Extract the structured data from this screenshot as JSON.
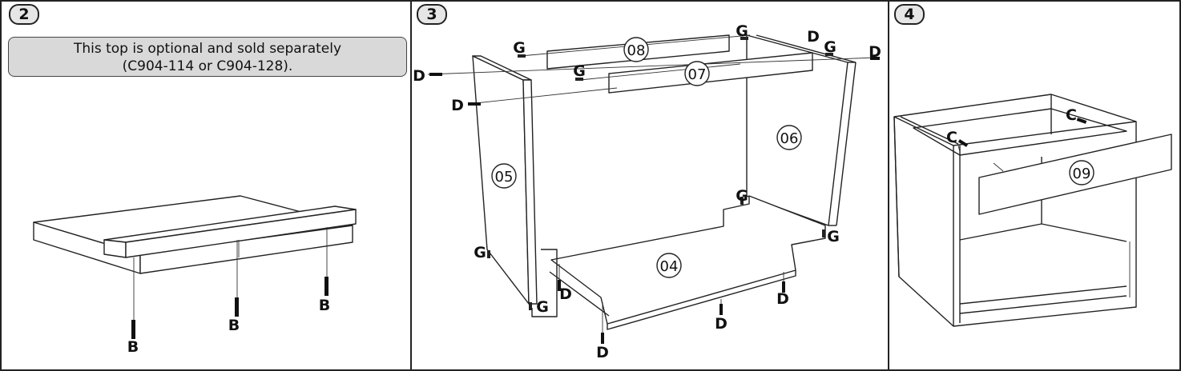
{
  "steps": [
    {
      "number": "2",
      "note_line1": "This top is optional and sold separately",
      "note_line2": "(C904-114 or C904-128).",
      "hardware": [
        "B",
        "B",
        "B"
      ]
    },
    {
      "number": "3",
      "parts": [
        "08",
        "07",
        "05",
        "06",
        "04"
      ],
      "hardware": [
        "G",
        "G",
        "G",
        "G",
        "G",
        "G",
        "G",
        "D",
        "D",
        "D",
        "D",
        "D",
        "D",
        "D",
        "D"
      ]
    },
    {
      "number": "4",
      "parts": [
        "09"
      ],
      "hardware": [
        "C",
        "C"
      ]
    }
  ]
}
